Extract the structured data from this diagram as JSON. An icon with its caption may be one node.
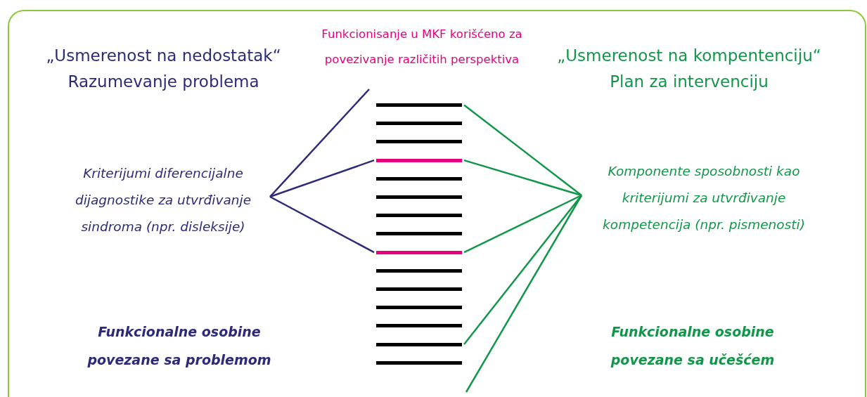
{
  "diagram": {
    "nodes": [
      {
        "text": [
          "Kriterijumi diferencijalne dijagnostike za utvrđivanje sindroma (npr. disleksije)"
        ]
      },
      {
        "text": [
          "Komponente sposobnosti kao kriterijumi za utvrđivanje kompetencija (npr. pismenosti)"
        ]
      },
      {
        "text": [],
        "shape": "bar"
      },
      {
        "text": [],
        "shape": "bar"
      },
      {
        "text": [],
        "shape": "bar"
      },
      {
        "text": [],
        "shape": "bar"
      },
      {
        "text": [],
        "shape": "bar"
      },
      {
        "text": [],
        "shape": "bar"
      },
      {
        "text": [],
        "shape": "bar"
      },
      {
        "text": [],
        "shape": "bar"
      },
      {
        "text": [],
        "shape": "bar"
      },
      {
        "text": [],
        "shape": "bar"
      },
      {
        "text": [],
        "shape": "bar"
      },
      {
        "text": [],
        "shape": "bar"
      },
      {
        "text": [],
        "shape": "bar"
      },
      {
        "text": [],
        "shape": "bar"
      },
      {
        "text": [],
        "shape": "bar"
      }
    ],
    "edges": [
      {
        "from": 0,
        "to": null,
        "arrow": "none",
        "color": "#2e2a7a"
      },
      {
        "from": 0,
        "to": 5,
        "arrow": "none",
        "color": "#2e2a7a"
      },
      {
        "from": 0,
        "to": 10,
        "arrow": "none",
        "color": "#2e2a7a"
      },
      {
        "from": 1,
        "to": 2,
        "arrow": "none"
      },
      {
        "from": 1,
        "to": 5,
        "arrow": "none"
      },
      {
        "from": 1,
        "to": 10,
        "arrow": "none"
      },
      {
        "from": 1,
        "to": 15,
        "arrow": "none"
      },
      {
        "from": 1,
        "to": null,
        "arrow": "none"
      }
    ],
    "labels": [
      "„Usmerenost na nedostatak“",
      "Razumevanje problema",
      "Funkcionisanje u MKF korišćeno za povezivanje različitih perspektiva",
      "„Usmerenost na kompentenciju“",
      "Plan za intervenciju",
      "Funkcionalne osobine povezane sa problemom",
      "Funkcionalne osobine povezane sa učešćem"
    ]
  }
}
